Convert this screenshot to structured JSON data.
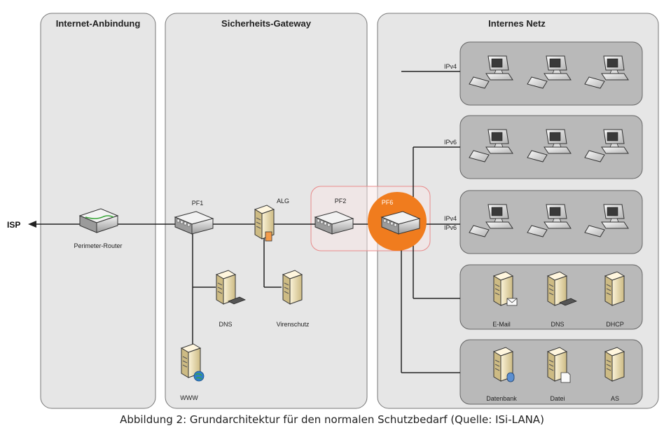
{
  "zones": {
    "internet": "Internet-Anbindung",
    "gateway": "Sicherheits-Gateway",
    "internal": "Internes Netz"
  },
  "isp": "ISP",
  "gateway_nodes": {
    "router": "Perimeter-Router",
    "pf1": "PF1",
    "alg": "ALG",
    "pf2": "PF2",
    "pf6": "PF6",
    "dns": "DNS",
    "virenschutz": "Virenschutz",
    "www": "WWW"
  },
  "lan_labels": {
    "ipv4": "IPv4",
    "ipv6": "IPv6",
    "ipv4b": "IPv4",
    "ipv6b": "IPv6"
  },
  "servers": {
    "email": "E-Mail",
    "dns": "DNS",
    "dhcp": "DHCP",
    "datenbank": "Datenbank",
    "datei": "Datei",
    "as": "AS"
  },
  "colors": {
    "zone_fill": "#e6e6e6",
    "subnet_fill": "#b9b9b9",
    "highlight": "#f07c1e",
    "highlight_box": "#e88a8a"
  },
  "caption": "Abbildung 2: Grundarchitektur für den normalen Schutzbedarf (Quelle: ISi-LANA)"
}
